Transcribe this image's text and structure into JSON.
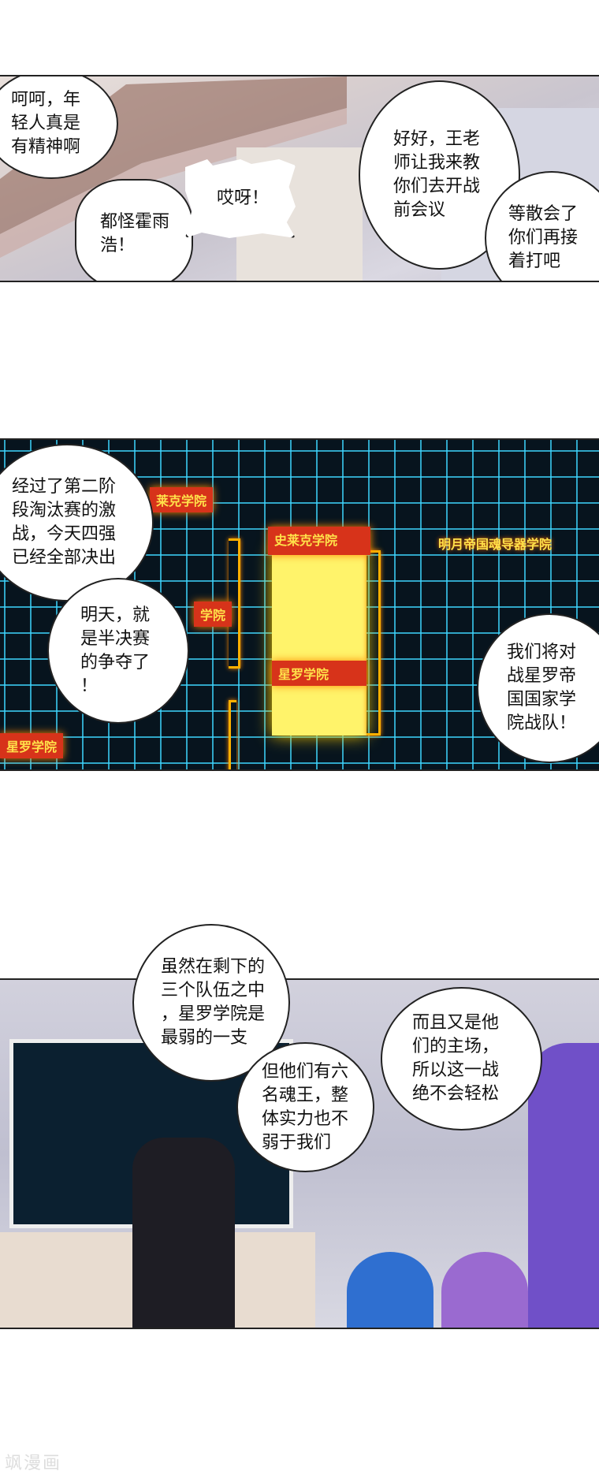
{
  "panel1": {
    "bubbles": [
      [
        "呵呵，年",
        "轻人真是",
        "有精神啊"
      ],
      [
        "都怪霍雨",
        "浩！"
      ],
      [
        "哎呀！"
      ],
      [
        "好好，王老",
        "师让我来教",
        "你们去开战",
        "前会议"
      ],
      [
        "等散会了",
        "你们再接",
        "着打吧"
      ]
    ]
  },
  "panel2": {
    "bubbles": [
      [
        "经过了第二阶",
        "段淘汰赛的激",
        "战，今天四强",
        "已经全部决出"
      ],
      [
        "明天，就",
        "是半决赛",
        "的争夺了",
        "！"
      ],
      [
        "我们将对",
        "战星罗帝",
        "国国家学",
        "院战队！"
      ]
    ],
    "board": {
      "labels": [
        "莱克学院",
        "史莱克学院",
        "明月帝国魂导器学院",
        "学院",
        "星罗学院",
        "星罗学院"
      ]
    }
  },
  "panel3": {
    "bubbles": [
      [
        "虽然在剩下的",
        "三个队伍之中",
        "，星罗学院是",
        "最弱的一支"
      ],
      [
        "但他们有六",
        "名魂王，整",
        "体实力也不",
        "弱于我们"
      ],
      [
        "而且又是他",
        "们的主场，",
        "所以这一战",
        "绝不会轻松"
      ]
    ]
  },
  "watermark": "飒漫画",
  "colors": {
    "grid": "#3fd6ff",
    "label_bg": "#d7331a",
    "label_text": "#ffe14a",
    "glow": "#ffb000"
  }
}
